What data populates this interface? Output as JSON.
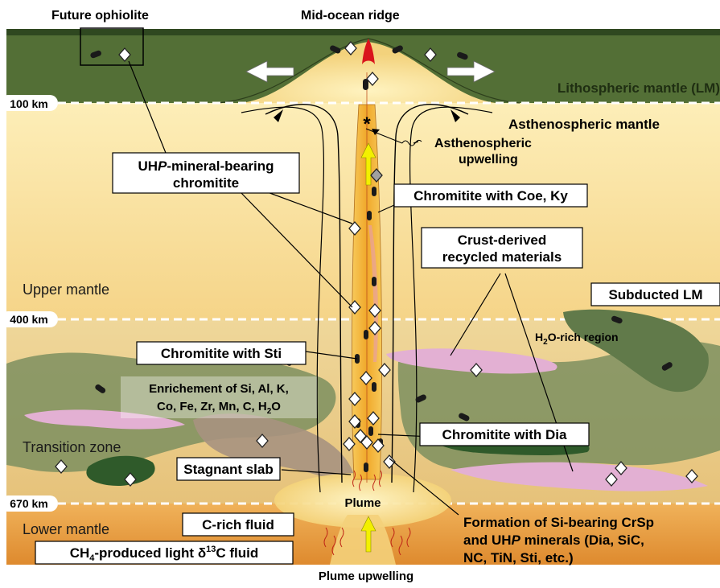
{
  "labels": {
    "future_ophiolite": "Future ophiolite",
    "mid_ocean_ridge": "Mid-ocean ridge",
    "lithospheric_mantle": "Lithospheric mantle (LM)",
    "depth_100": "100 km",
    "asthenospheric_mantle": "Asthenospheric mantle",
    "asthenospheric_upwelling_1": "Asthenospheric",
    "asthenospheric_upwelling_2": "upwelling",
    "uhp_chromitite_1a": "UH",
    "uhp_chromitite_1b": "P",
    "uhp_chromitite_1c": "-mineral-bearing",
    "uhp_chromitite_2": "chromitite",
    "chromitite_coe_ky": "Chromitite with Coe, Ky",
    "crust_derived_1": "Crust-derived",
    "crust_derived_2": "recycled materials",
    "upper_mantle": "Upper mantle",
    "subducted_lm": "Subducted LM",
    "depth_400": "400 km",
    "h2o_rich_a": "H",
    "h2o_rich_b": "2",
    "h2o_rich_c": "O-rich region",
    "chromitite_sti": "Chromitite with Sti",
    "enrichment_1": "Enrichement of Si, Al, K,",
    "enrichment_2a": "Co, Fe, Zr, Mn, C, H",
    "enrichment_2b": "2",
    "enrichment_2c": "O",
    "chromitite_dia": "Chromitite with Dia",
    "transition_zone": "Transition zone",
    "stagnant_slab": "Stagnant slab",
    "depth_670": "670 km",
    "plume": "Plume",
    "lower_mantle": "Lower mantle",
    "c_rich_fluid": "C-rich fluid",
    "ch4_fluid_a": "CH",
    "ch4_fluid_b": "4",
    "ch4_fluid_c": "-produced light δ",
    "ch4_fluid_d": "13",
    "ch4_fluid_e": "C fluid",
    "plume_upwelling": "Plume upwelling",
    "formation_1": "Formation of Si-bearing CrSp",
    "formation_2a": "and UH",
    "formation_2b": "P",
    "formation_2c": " minerals (Dia, SiC,",
    "formation_3": "NC, TiN, Sti, etc.)",
    "asterisk": "*"
  },
  "colors": {
    "lithosphere": "#4f6b34",
    "lithosphere_top": "#2f4820",
    "asthenosphere": "#fbe8a6",
    "upper_mantle": "#f7d98c",
    "transition_zone": "#e9d199",
    "lower_mantle": "#e8a24a",
    "plume_core": "#f5b93a",
    "slab": "#6d8357",
    "slab_dark": "#2f5a2a",
    "pink": "#e3b0d3",
    "gray_mass": "#a09080",
    "ridge_red": "#d9141c",
    "arrow_yellow": "#f3f000"
  }
}
